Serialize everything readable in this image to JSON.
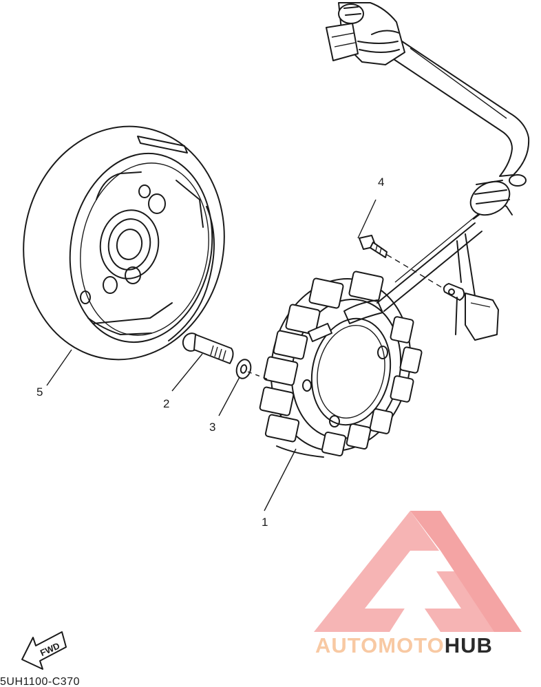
{
  "diagram": {
    "callouts": [
      {
        "id": "1",
        "label": "1"
      },
      {
        "id": "2",
        "label": "2"
      },
      {
        "id": "3",
        "label": "3"
      },
      {
        "id": "4",
        "label": "4"
      },
      {
        "id": "5",
        "label": "5"
      }
    ],
    "fwd_label": "FWD",
    "diagram_code": "5UH1100-C370"
  },
  "watermark": {
    "text_part1": "AUTOMOTO",
    "text_part2": "HUB",
    "color_part1": "#f8c9a3",
    "color_part2": "#2a2a2a",
    "logo_color": "#f4a8a8"
  }
}
